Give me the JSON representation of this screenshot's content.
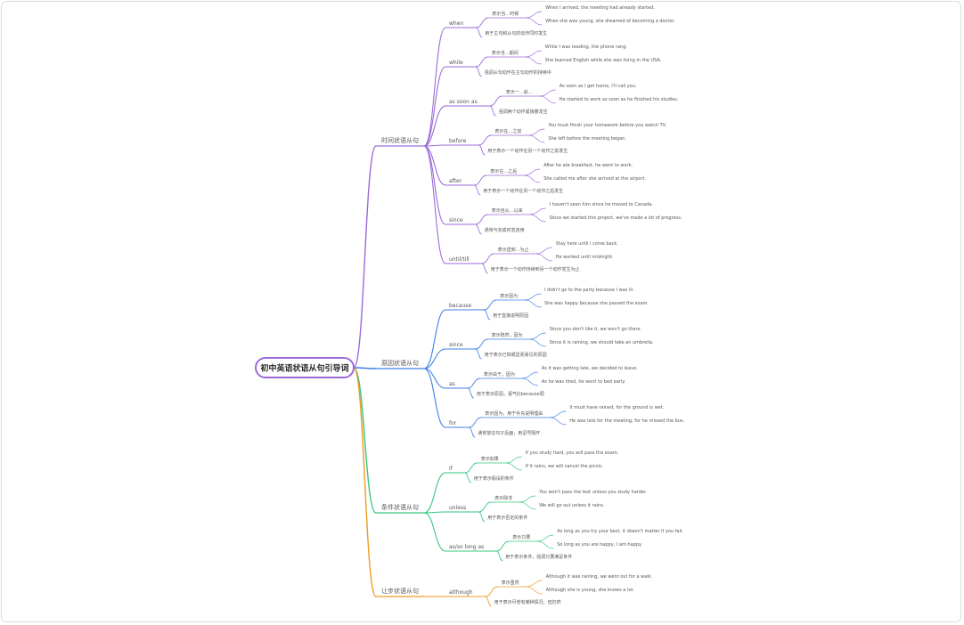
{
  "root": "初中英语状语从句引导词",
  "colors": {
    "time": "#9b6ad8",
    "cause": "#3f7fe6",
    "condition": "#36c77e",
    "concession": "#f09a22",
    "root_border": "#9b6ad8"
  },
  "categories": [
    {
      "key": "time",
      "label": "时间状语从句",
      "conjunctions": [
        {
          "label": "when",
          "meaning": "表示当…时候",
          "examples": [
            "When I arrived, the meeting had already started.",
            "When she was young, she dreamed of becoming a doctor."
          ],
          "note": "用于主句和从句的动作同时发生"
        },
        {
          "label": "while",
          "meaning": "表示当…期间",
          "examples": [
            "While I was reading, the phone rang.",
            "She learned English while she was living in the USA."
          ],
          "note": "强调从句动作在主句动作的持续中"
        },
        {
          "label": "as soon as",
          "meaning": "表示一…就…",
          "examples": [
            "As soon as I get home, I'll call you.",
            "He started to work as soon as he finished his studies."
          ],
          "note": "强调两个动作紧接着发生"
        },
        {
          "label": "before",
          "meaning": "表示在…之前",
          "examples": [
            "You must finish your homework before you watch TV.",
            "She left before the meeting began."
          ],
          "note": "用于表示一个动作在另一个动作之前发生"
        },
        {
          "label": "after",
          "meaning": "表示在…之后",
          "examples": [
            "After he ate breakfast, he went to work.",
            "She called me after she arrived at the airport."
          ],
          "note": "用于表示一个动作在另一个动作之后发生"
        },
        {
          "label": "since",
          "meaning": "表示自从…以来",
          "examples": [
            "I haven't seen him since he moved to Canada.",
            "Since we started this project, we've made a lot of progress."
          ],
          "note": "通常与完成时态连用"
        },
        {
          "label": "until/till",
          "meaning": "表示直到…为止",
          "examples": [
            "Stay here until I come back.",
            "He worked until midnight."
          ],
          "note": "用于表示一个动作持续到另一个动作发生为止"
        }
      ]
    },
    {
      "key": "cause",
      "label": "原因状语从句",
      "conjunctions": [
        {
          "label": "because",
          "meaning": "表示因为",
          "examples": [
            "I didn't go to the party because I was ill.",
            "She was happy because she passed the exam."
          ],
          "note": "用于直接说明原因"
        },
        {
          "label": "since",
          "meaning": "表示既然，因为",
          "examples": [
            "Since you don't like it, we won't go there.",
            "Since it is raining, we should take an umbrella."
          ],
          "note": "用于表示已知或显而易见的原因"
        },
        {
          "label": "as",
          "meaning": "表示由于，因为",
          "examples": [
            "As it was getting late, we decided to leave.",
            "As he was tired, he went to bed early."
          ],
          "note": "用于表示原因，语气比because弱"
        },
        {
          "label": "for",
          "meaning": "表示因为，用于补充说明理由",
          "examples": [
            "It must have rained, for the ground is wet.",
            "He was late for the meeting, for he missed the bus."
          ],
          "note": "通常放在句子后面，用逗号隔开"
        }
      ]
    },
    {
      "key": "condition",
      "label": "条件状语从句",
      "conjunctions": [
        {
          "label": "if",
          "meaning": "表示如果",
          "examples": [
            "If you study hard, you will pass the exam.",
            "If it rains, we will cancel the picnic."
          ],
          "note": "用于表示假设的条件"
        },
        {
          "label": "unless",
          "meaning": "表示除非",
          "examples": [
            "You won't pass the test unless you study harder.",
            "We will go out unless it rains."
          ],
          "note": "用于表示否定的条件"
        },
        {
          "label": "as/so long as",
          "meaning": "表示只要",
          "examples": [
            "As long as you try your best, it doesn't matter if you fail.",
            "So long as you are happy, I am happy."
          ],
          "note": "用于表示条件，强调只要满足条件"
        }
      ]
    },
    {
      "key": "concession",
      "label": "让步状语从句",
      "conjunctions": [
        {
          "label": "although",
          "meaning": "表示虽然",
          "examples": [
            "Although it was raining, we went out for a walk.",
            "Although she is young, she knows a lot."
          ],
          "note": "用于表示尽管有某种情况，但仍然"
        }
      ]
    }
  ]
}
